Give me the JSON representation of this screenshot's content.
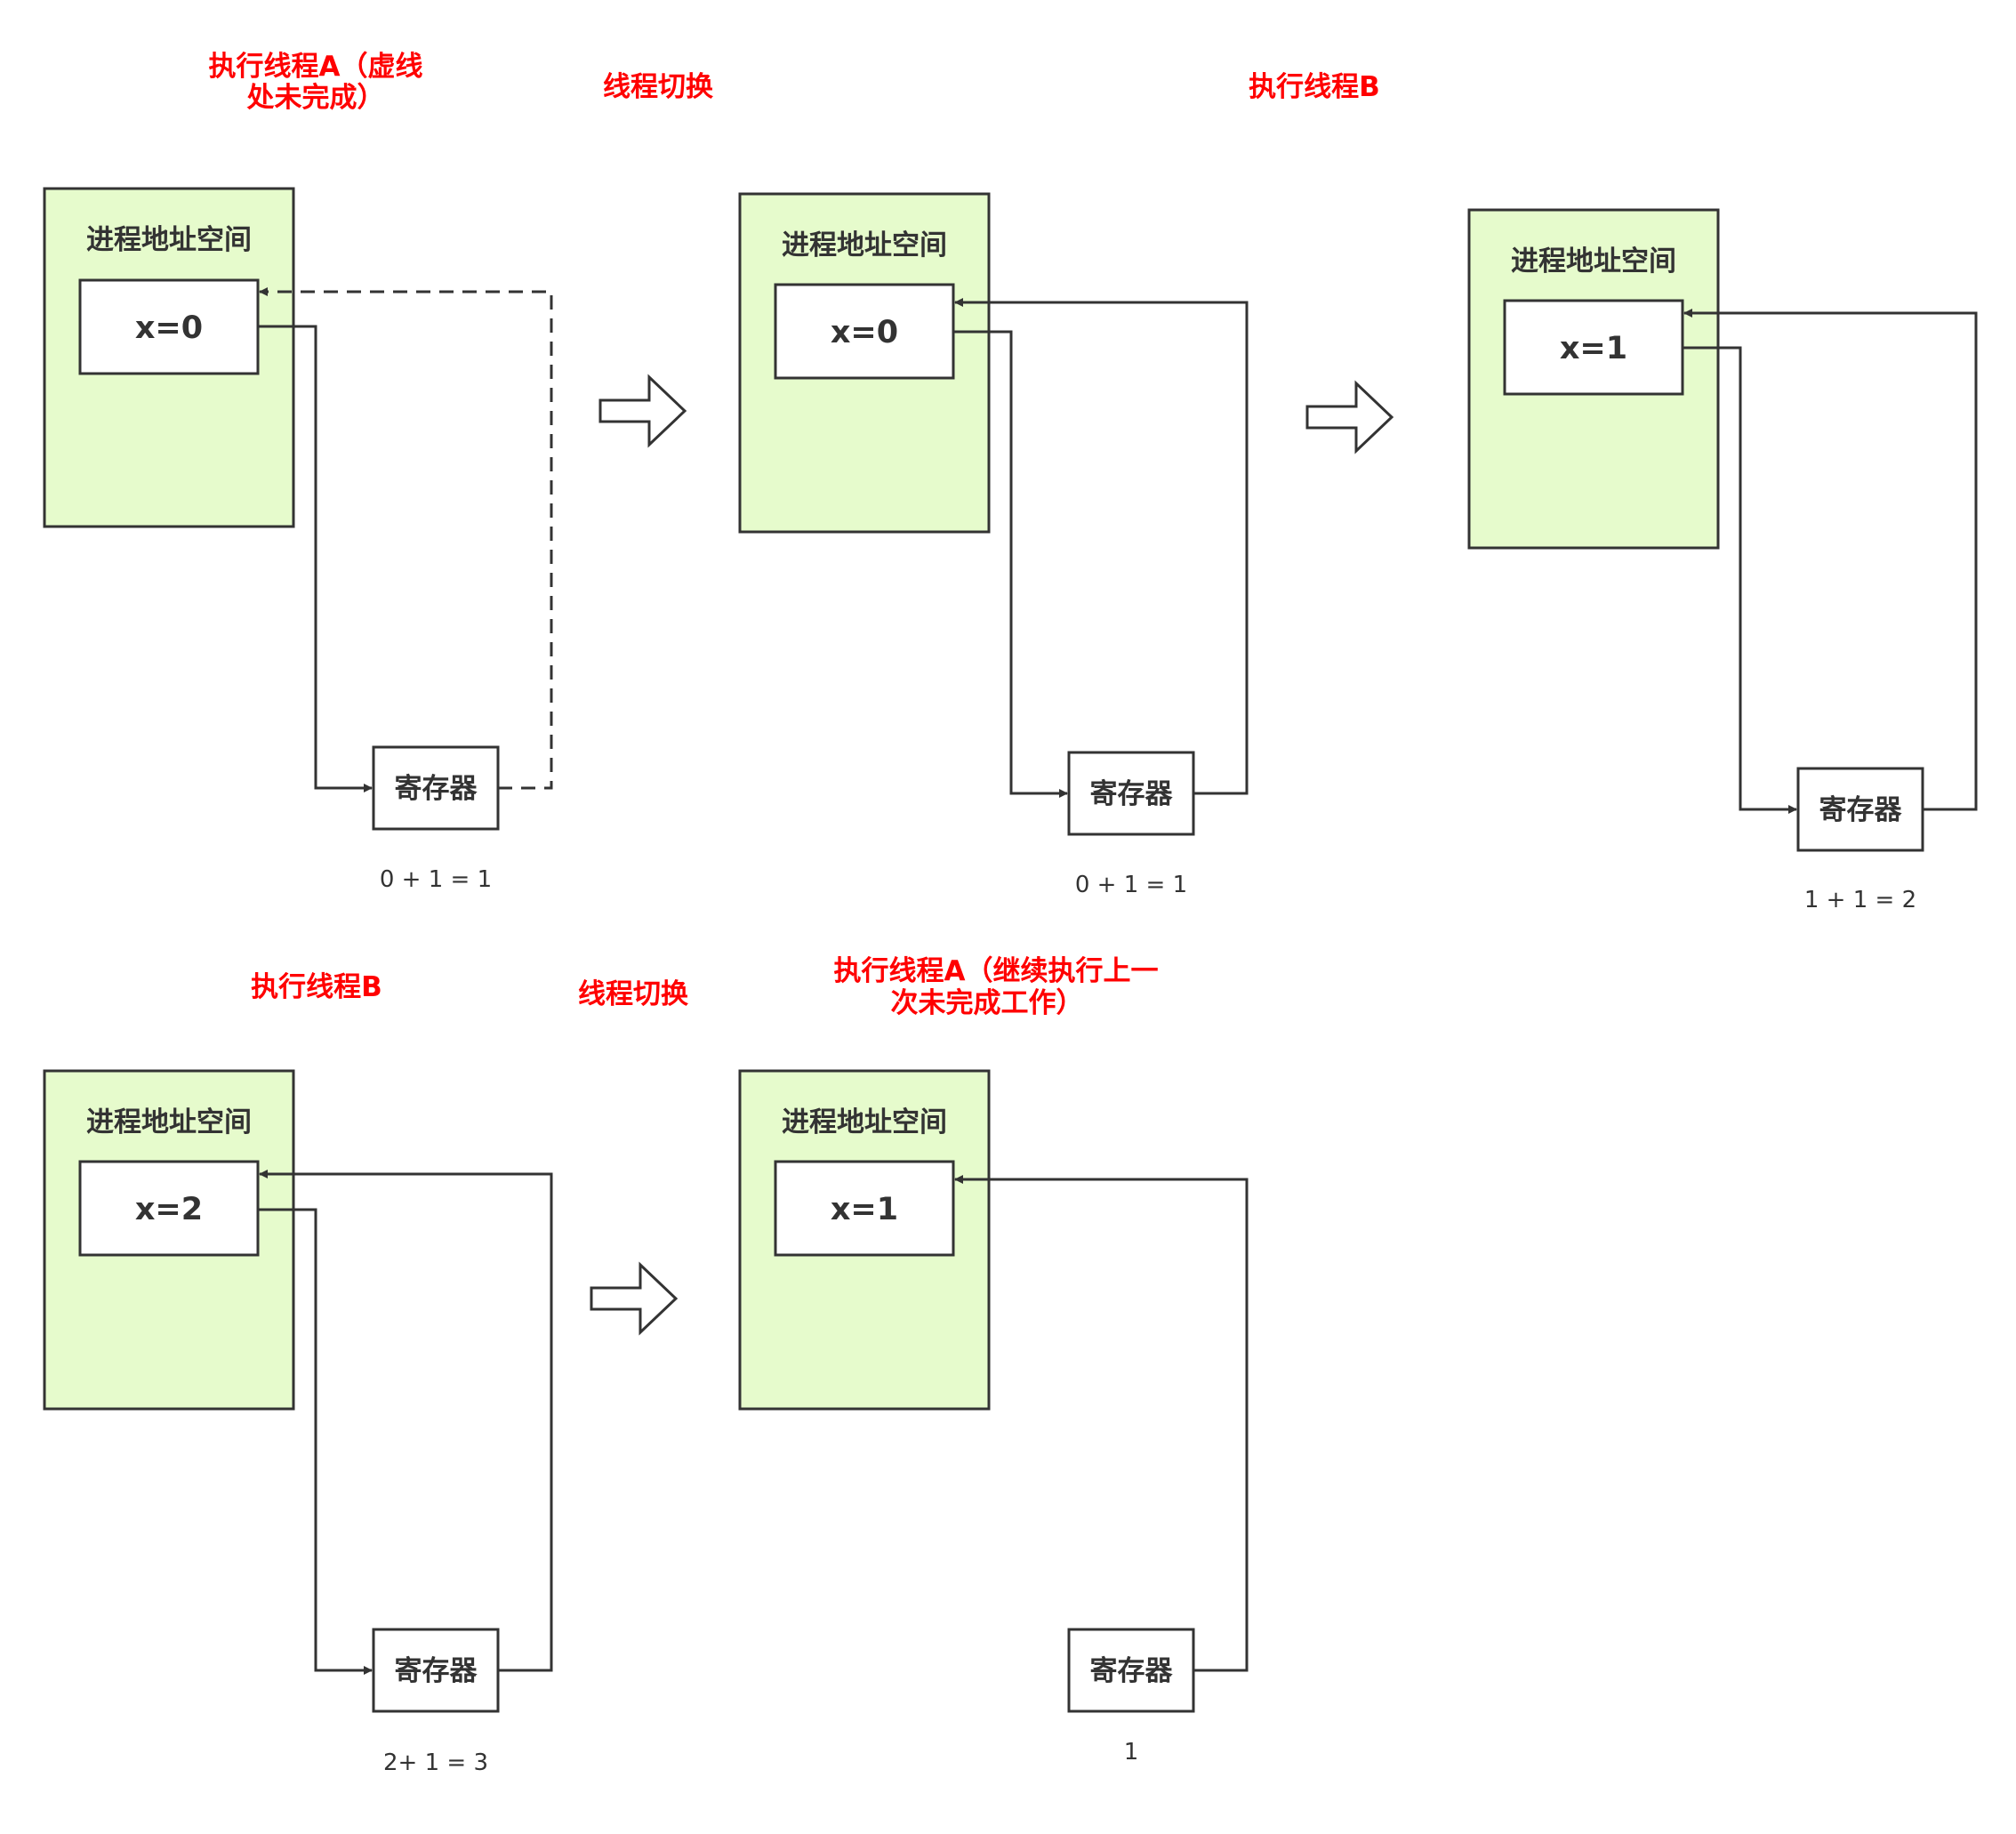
{
  "colors": {
    "panel_fill": "#e6fbcc",
    "stroke": "#333333",
    "label_red": "#ff0000",
    "text": "#333333"
  },
  "transitions": [
    {
      "line1": "执行线程A（虚线",
      "line2": "处未完成）"
    },
    {
      "line1": "线程切换"
    },
    {
      "line1": "执行线程B"
    },
    {
      "line1": "执行线程B"
    },
    {
      "line1": "线程切换"
    },
    {
      "line1": "执行线程A（继续执行上一",
      "line2": "次未完成工作）"
    }
  ],
  "frames": [
    {
      "title": "进程地址空间",
      "variable": "x=0",
      "register": "寄存器",
      "calc": "0 + 1 = 1",
      "writeback_dashed": true
    },
    {
      "title": "进程地址空间",
      "variable": "x=0",
      "register": "寄存器",
      "calc": "0 + 1 = 1"
    },
    {
      "title": "进程地址空间",
      "variable": "x=1",
      "register": "寄存器",
      "calc": "1 + 1 = 2"
    },
    {
      "title": "进程地址空间",
      "variable": "x=2",
      "register": "寄存器",
      "calc": "2+ 1 = 3"
    },
    {
      "title": "进程地址空间",
      "variable": "x=1",
      "register": "寄存器",
      "calc": "1",
      "load_arrow": false
    }
  ]
}
